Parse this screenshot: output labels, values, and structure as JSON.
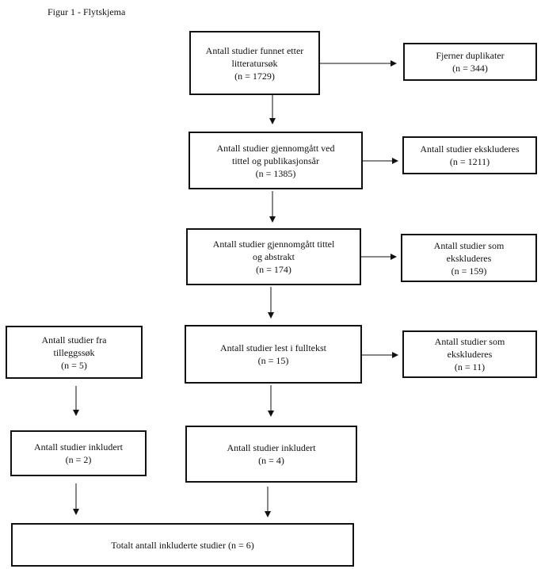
{
  "caption": "Figur 1 - Flytskjema",
  "boxes": {
    "search": {
      "line1": "Antall studier funnet etter",
      "line2": "litteratursøk",
      "line3": "(n = 1729)"
    },
    "duplicates": {
      "line1": "Fjerner duplikater",
      "line2": "(n = 344)"
    },
    "title_year": {
      "line1": "Antall studier gjennomgått ved",
      "line2": "tittel og publikasjonsår",
      "line3": "(n = 1385)"
    },
    "excluded_1": {
      "line1": "Antall studier ekskluderes",
      "line2": "(n = 1211)"
    },
    "title_abstract": {
      "line1": "Antall studier gjennomgått tittel",
      "line2": "og abstrakt",
      "line3": "(n = 174)"
    },
    "excluded_2": {
      "line1": "Antall studier som",
      "line2": "ekskluderes",
      "line3": "(n = 159)"
    },
    "fulltext": {
      "line1": "Antall studier lest i fulltekst",
      "line2": "(n = 15)"
    },
    "excluded_3": {
      "line1": "Antall studier som",
      "line2": "ekskluderes",
      "line3": "(n = 11)"
    },
    "supplementary": {
      "line1": "Antall studier fra",
      "line2": "tilleggssøk",
      "line3": "(n = 5)"
    },
    "included_supplementary": {
      "line1": "Antall studier inkludert",
      "line2": "(n = 2)"
    },
    "included_main": {
      "line1": "Antall studier inkludert",
      "line2": "(n = 4)"
    },
    "total": {
      "line1": "Totalt antall inkluderte studier (n = 6)"
    }
  },
  "colors": {
    "stroke": "#111111",
    "background": "#ffffff"
  }
}
